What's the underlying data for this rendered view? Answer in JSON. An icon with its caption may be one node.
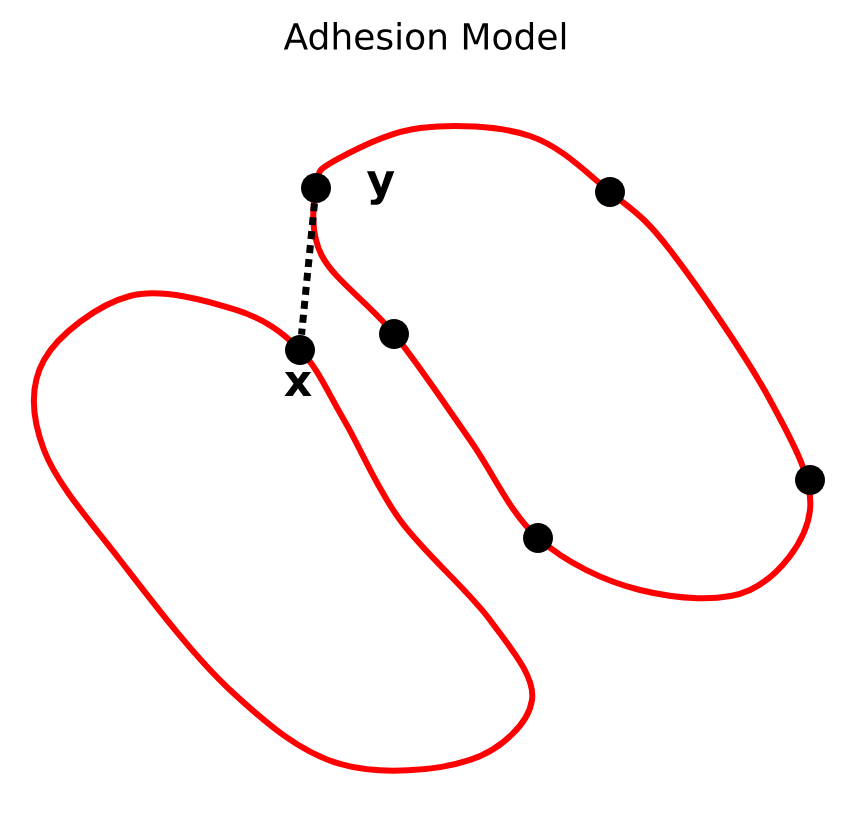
{
  "diagram": {
    "title": "Adhesion Model",
    "nodes": [
      {
        "text": [],
        "shape": "circle",
        "beside": [
          "y"
        ]
      },
      {
        "text": [],
        "shape": "circle",
        "beside": [
          "x"
        ]
      },
      {
        "text": [],
        "shape": "circle"
      },
      {
        "text": [],
        "shape": "circle"
      },
      {
        "text": [],
        "shape": "circle"
      },
      {
        "text": [],
        "shape": "circle"
      }
    ],
    "edges": [
      {
        "from": 0,
        "to": 1,
        "arrow": "none",
        "style": "dashed"
      }
    ]
  }
}
